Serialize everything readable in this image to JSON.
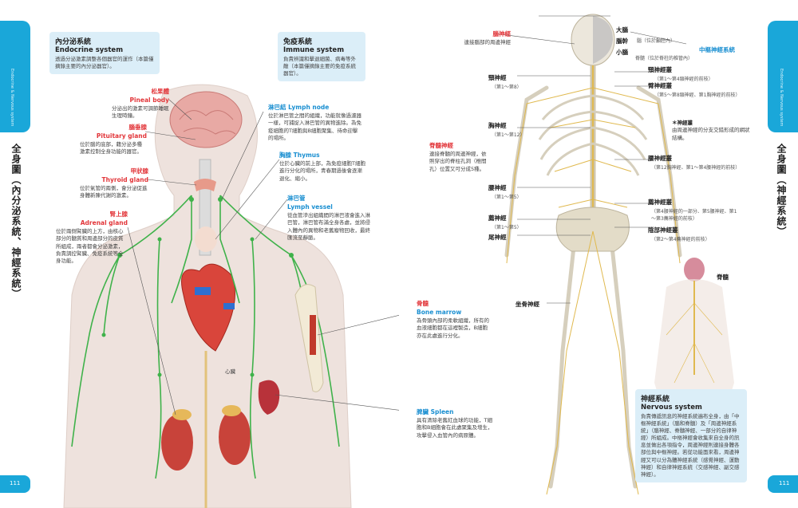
{
  "left_page": {
    "side_title": "全身圖（內分泌系統、神經系統）",
    "tab_small": "Endocrine & Nervous system",
    "page_number": "111",
    "endocrine_box": {
      "title_zh": "內分泌系統",
      "title_en": "Endocrine system",
      "desc": "透過分泌激素調整各個器官的運作（本篇僅摘錄主要的內分泌器官）。"
    },
    "immune_box": {
      "title_zh": "免疫系統",
      "title_en": "Immune system",
      "desc": "負責辨識和擊退細菌、病毒等外敵（本篇僅摘錄主要的免疫系統器官）。"
    },
    "pineal": {
      "zh": "松果體",
      "en": "Pineal body",
      "desc": "分泌出的激素可調節睡眠生理時鐘。"
    },
    "pituitary": {
      "zh": "腦垂腺",
      "en": "Pituitary gland",
      "desc": "位於腦的底部，藉分泌多種激素控制全身功能的器官。"
    },
    "thyroid": {
      "zh": "甲狀腺",
      "en": "Thyroid gland",
      "desc": "位於氣管的兩側，會分泌促進身體新陳代謝的激素。"
    },
    "adrenal": {
      "zh": "腎上腺",
      "en": "Adrenal gland",
      "desc": "位於兩側腎臟的上方，由核心部分的髓質和周邊部分的皮質所組成，兩者都會分泌激素，負責調控腎臟、免疫系統等全身功能。"
    },
    "lymph_node": {
      "title": "淋巴結 Lymph node",
      "desc": "位於淋巴管之間的組織，功能就像過濾器一樣，可捕捉入淋巴管的異物進除。為免疫細胞的T細胞與B細胞聚集、待命迎擊的場所。"
    },
    "thymus": {
      "title": "胸腺 Thymus",
      "desc": "位於心臟的前上部，為免疫細胞T細胞進行分化的場所，青春期過後會逐漸退化、縮小。"
    },
    "lymph_vessel": {
      "title_zh": "淋巴管",
      "title_en": "Lymph vessel",
      "desc": "從血管滲出組織間的淋巴液會進入淋巴管，淋巴管布滿全身各處，並將侵入體內的異物和老舊廢物回收，最終匯流至靜脈。"
    },
    "heart_label": "心臟"
  },
  "middle": {
    "bone_marrow": {
      "zh": "骨髓",
      "en": "Bone marrow",
      "desc": "為骨頭內部的柔軟組織，所有的血液細胞都在這裡製造，B細胞亦在此處進行分化。"
    },
    "spleen": {
      "title": "脾臟 Spleen",
      "desc": "具有清除老舊紅血球的功能，T細胞和B細胞會在此處聚集及增生，攻擊侵入血管內的病原體。"
    }
  },
  "right_page": {
    "side_title": "全身圖（神經系統）",
    "tab_small": "Endocrine & Nervous system",
    "page_number": "111",
    "brain_nerve": {
      "zh": "腦神經",
      "desc": "連接腦部的周邊神經"
    },
    "cerebrum": "大腦",
    "brainstem": "腦幹",
    "cerebellum": "小腦",
    "brain_note": "腦（位於顱腔內）",
    "spinal_note": "脊髓（位於脊柱的椎管內）",
    "cns_label": "中樞神經系統",
    "cervical_nerve": {
      "zh": "頸神經",
      "sub": "（第1～第8）"
    },
    "cervical_plexus": {
      "zh": "頸神經叢",
      "sub": "（第1～第4頸神經的前枝）"
    },
    "brachial_plexus": {
      "zh": "臂神經叢",
      "sub": "（第5～第8頸神經、第1胸神經的前枝）"
    },
    "plexus_note": {
      "zh": "＊神經叢",
      "desc": "由周邊神經的分支交錯形成的網狀結構。"
    },
    "thoracic_nerve": {
      "zh": "胸神經",
      "sub": "（第1～第12）"
    },
    "spinal_nerve_box": {
      "zh": "脊髓神經",
      "desc": "連接脊髓的周邊神經，依照穿出的脊柱孔洞（椎間孔）位置又可分成5種。"
    },
    "lumbar_plexus": {
      "zh": "腰神經叢",
      "sub": "（第12胸神經、第1～第4腰神經的前枝）"
    },
    "lumbar_nerve": {
      "zh": "腰神經",
      "sub": "（第1～第5）"
    },
    "sacral_nerve": {
      "zh": "薦神經",
      "sub": "（第1～第5）"
    },
    "coccygeal_nerve": {
      "zh": "尾神經"
    },
    "sacral_plexus": {
      "zh": "薦神經叢",
      "sub": "（第4腰神經的一部分、第5腰神經、第1～第3薦神經的前枝）"
    },
    "pudendal_plexus": {
      "zh": "陰部神經叢",
      "sub": "（第2～第4薦神經的前枝）"
    },
    "sciatic_nerve": "坐骨神經",
    "spinal_cord_label": "脊髓",
    "nervous_box": {
      "zh": "神經系統",
      "en": "Nervous system",
      "desc": "負責傳遞訊息的神經系統遍布全身，由「中樞神經系統」（腦和脊髓）及「周邊神經系統」（腦神經、脊髓神經、一部分的自律神經）所組成。中樞神經會收集來自全身的訊息並做出各項指令，周邊神經則連接身體各部位與中樞神經。若從功能面來看，周邊神經又可以分為體神經系統（感覺神經、運動神經）和自律神經系統（交感神經、副交感神經）。"
    }
  }
}
